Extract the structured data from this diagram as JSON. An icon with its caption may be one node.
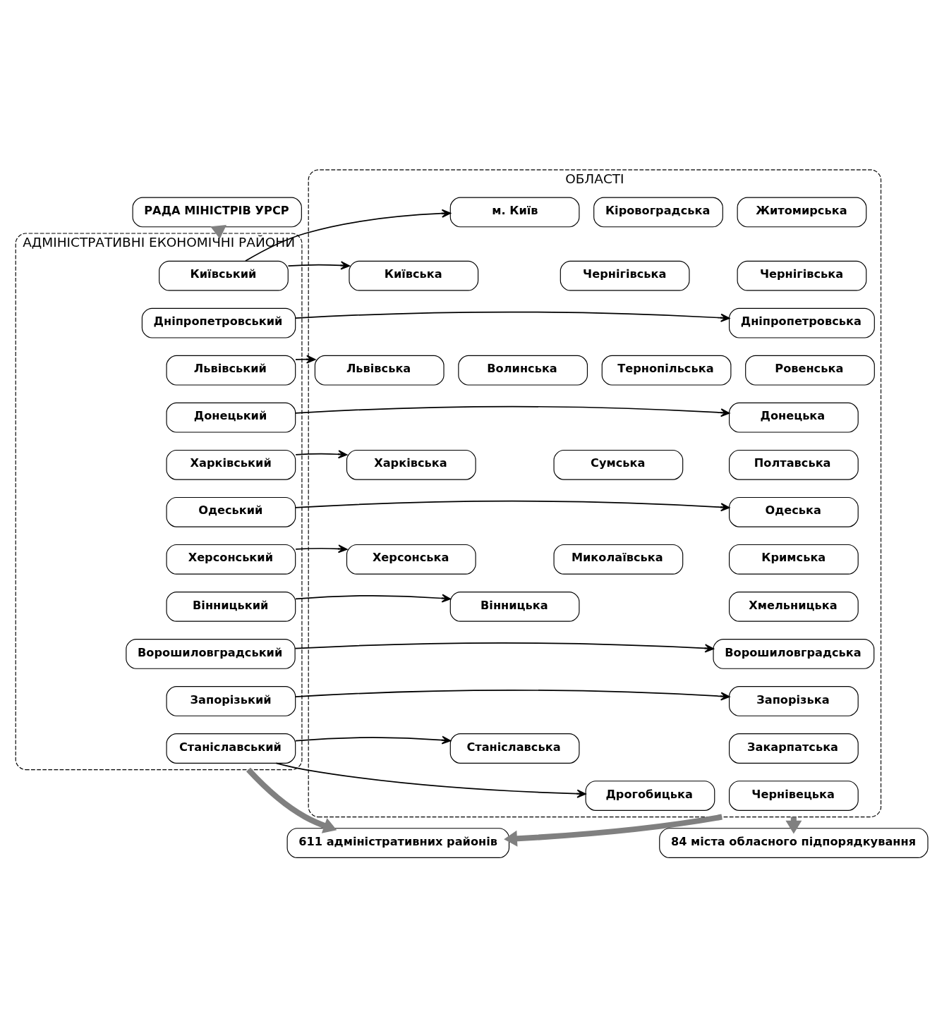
{
  "diagram": {
    "nodes": [
      {
        "text": [
          "РАДА МІНІСТРІВ УРСР"
        ]
      },
      {
        "text": [
          "АДМІНІСТРАТИВНІ ЕКОНОМІЧНІ РАЙОНИ"
        ]
      },
      {
        "text": [
          "ОБЛАСТІ"
        ]
      },
      {
        "text": [
          "Київський"
        ],
        "in": 1
      },
      {
        "text": [
          "Дніпропетровський"
        ],
        "in": 1
      },
      {
        "text": [
          "Львівський"
        ],
        "in": 1
      },
      {
        "text": [
          "Донецький"
        ],
        "in": 1
      },
      {
        "text": [
          "Харківський"
        ],
        "in": 1
      },
      {
        "text": [
          "Одеський"
        ],
        "in": 1
      },
      {
        "text": [
          "Херсонський"
        ],
        "in": 1
      },
      {
        "text": [
          "Вінницький"
        ],
        "in": 1
      },
      {
        "text": [
          "Ворошиловградський"
        ],
        "in": 1
      },
      {
        "text": [
          "Запорізький"
        ],
        "in": 1
      },
      {
        "text": [
          "Станіславський"
        ],
        "in": 1
      },
      {
        "text": [
          "м. Київ"
        ],
        "in": 2
      },
      {
        "text": [
          "Кіровоградська"
        ],
        "in": 2
      },
      {
        "text": [
          "Житомирська"
        ],
        "in": 2
      },
      {
        "text": [
          "Київська"
        ],
        "in": 2
      },
      {
        "text": [
          "Чернігівська"
        ],
        "in": 2
      },
      {
        "text": [
          "Чернігівська"
        ],
        "in": 2
      },
      {
        "text": [
          "Дніпропетровська"
        ],
        "in": 2
      },
      {
        "text": [
          "Львівська"
        ],
        "in": 2
      },
      {
        "text": [
          "Волинська"
        ],
        "in": 2
      },
      {
        "text": [
          "Тернопільська"
        ],
        "in": 2
      },
      {
        "text": [
          "Ровенська"
        ],
        "in": 2
      },
      {
        "text": [
          "Донецька"
        ],
        "in": 2
      },
      {
        "text": [
          "Харківська"
        ],
        "in": 2
      },
      {
        "text": [
          "Сумська"
        ],
        "in": 2
      },
      {
        "text": [
          "Полтавська"
        ],
        "in": 2
      },
      {
        "text": [
          "Одеська"
        ],
        "in": 2
      },
      {
        "text": [
          "Херсонська"
        ],
        "in": 2
      },
      {
        "text": [
          "Миколаївська"
        ],
        "in": 2
      },
      {
        "text": [
          "Кримська"
        ],
        "in": 2
      },
      {
        "text": [
          "Вінницька"
        ],
        "in": 2
      },
      {
        "text": [
          "Хмельницька"
        ],
        "in": 2
      },
      {
        "text": [
          "Ворошиловградська"
        ],
        "in": 2
      },
      {
        "text": [
          "Запорізька"
        ],
        "in": 2
      },
      {
        "text": [
          "Станіславська"
        ],
        "in": 2
      },
      {
        "text": [
          "Закарпатська"
        ],
        "in": 2
      },
      {
        "text": [
          "Дрогобицька"
        ],
        "in": 2
      },
      {
        "text": [
          "Чернівецька"
        ],
        "in": 2
      },
      {
        "text": [
          "611 адміністративних районів"
        ]
      },
      {
        "text": [
          "84 міста обласного підпорядкування"
        ]
      }
    ],
    "edges": [
      {
        "from": 0,
        "to": 1,
        "arrow": "to",
        "style": "thick",
        "color": "#808080"
      },
      {
        "from": 3,
        "to": 14,
        "arrow": "to"
      },
      {
        "from": 3,
        "to": 17,
        "arrow": "to"
      },
      {
        "from": 4,
        "to": 20,
        "arrow": "to"
      },
      {
        "from": 5,
        "to": 21,
        "arrow": "to"
      },
      {
        "from": 6,
        "to": 25,
        "arrow": "to"
      },
      {
        "from": 7,
        "to": 26,
        "arrow": "to"
      },
      {
        "from": 8,
        "to": 29,
        "arrow": "to"
      },
      {
        "from": 9,
        "to": 30,
        "arrow": "to"
      },
      {
        "from": 10,
        "to": 33,
        "arrow": "to"
      },
      {
        "from": 11,
        "to": 35,
        "arrow": "to"
      },
      {
        "from": 12,
        "to": 36,
        "arrow": "to"
      },
      {
        "from": 13,
        "to": 37,
        "arrow": "to"
      },
      {
        "from": 13,
        "to": 39,
        "arrow": "to"
      },
      {
        "from": 1,
        "to": 41,
        "arrow": "to",
        "style": "thick",
        "color": "#808080"
      },
      {
        "from": 2,
        "to": 41,
        "arrow": "to",
        "style": "thick",
        "color": "#808080"
      },
      {
        "from": 2,
        "to": 42,
        "arrow": "to",
        "style": "thick",
        "color": "#808080"
      }
    ]
  }
}
